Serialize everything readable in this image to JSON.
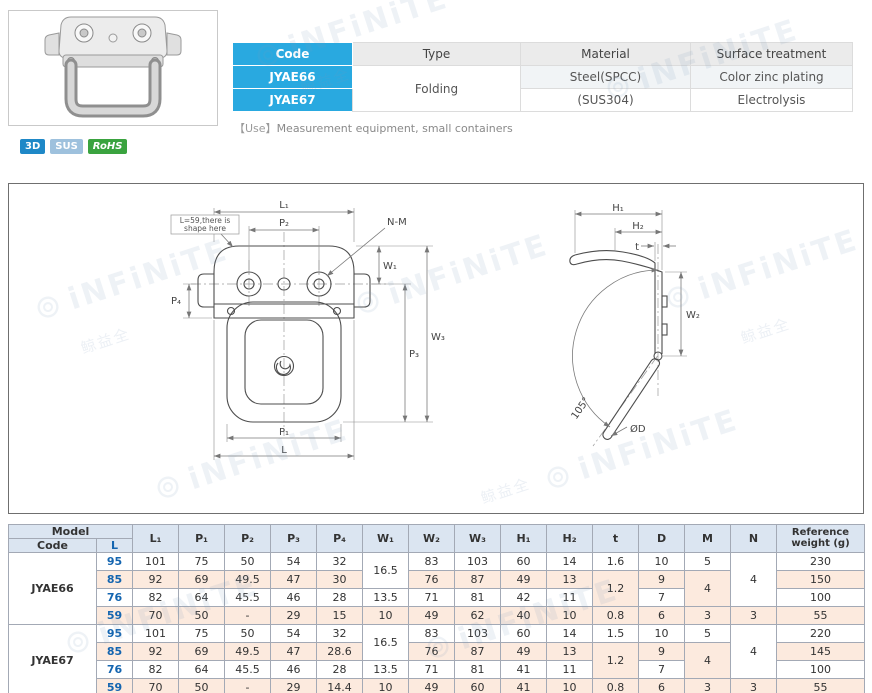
{
  "watermark": {
    "text": "iNFiNiTE",
    "logo": "⊚",
    "cn": "鲸益全"
  },
  "colors": {
    "brand_blue": "#29a9e0",
    "badge_3d": "#1e88c7",
    "badge_sus": "#9ec1dd",
    "badge_rohs": "#3aa33f",
    "row_alt": "#fceade",
    "header_blue": "#dbe5f1"
  },
  "product": {
    "badges": [
      {
        "label": "3D"
      },
      {
        "label": "SUS"
      },
      {
        "label": "RoHS"
      }
    ]
  },
  "top_table": {
    "headers": {
      "code": "Code",
      "type": "Type",
      "material": "Material",
      "surface": "Surface treatment"
    },
    "type_value": "Folding",
    "rows": [
      {
        "code": "JYAE66",
        "material": "Steel(SPCC)",
        "surface": "Color zinc plating"
      },
      {
        "code": "JYAE67",
        "material": "(SUS304)",
        "surface": "Electrolysis"
      }
    ],
    "use": {
      "label": "【Use】",
      "text": "Measurement equipment, small containers"
    }
  },
  "drawing": {
    "front": {
      "note1": "L=59,there is",
      "note2": "shape here",
      "l1": "L₁",
      "p2": "P₂",
      "nm": "N-M",
      "w1": "W₁",
      "p3": "P₃",
      "w3": "W₃",
      "p4": "P₄",
      "p1": "P₁",
      "l": "L"
    },
    "side": {
      "h1": "H₁",
      "h2": "H₂",
      "t": "t",
      "w2": "W₂",
      "angle": "105°",
      "dd": "ØD"
    }
  },
  "spec_table": {
    "header": {
      "model": "Model",
      "code": "Code",
      "l": "L",
      "cols": [
        "L₁",
        "P₁",
        "P₂",
        "P₃",
        "P₄",
        "W₁",
        "W₂",
        "W₃",
        "H₁",
        "H₂",
        "t",
        "D",
        "M",
        "N"
      ],
      "weight": "Reference weight (g)"
    },
    "groups": [
      {
        "code": "JYAE66",
        "rows": [
          {
            "L": "95",
            "L1": "101",
            "P1": "75",
            "P2": "50",
            "P3": "54",
            "P4": "32",
            "W1": "16.5",
            "W2": "83",
            "W3": "103",
            "H1": "60",
            "H2": "14",
            "t": "1.6",
            "D": "10",
            "M": "5",
            "N": "4",
            "wt": "230"
          },
          {
            "L": "85",
            "L1": "92",
            "P1": "69",
            "P2": "49.5",
            "P3": "47",
            "P4": "30",
            "W2": "76",
            "W3": "87",
            "H1": "49",
            "H2": "13",
            "t": "1.2",
            "D": "9",
            "M": "4",
            "wt": "150"
          },
          {
            "L": "76",
            "L1": "82",
            "P1": "64",
            "P2": "45.5",
            "P3": "46",
            "P4": "28",
            "W1": "13.5",
            "W2": "71",
            "W3": "81",
            "H1": "42",
            "H2": "11",
            "D": "7",
            "wt": "100"
          },
          {
            "L": "59",
            "L1": "70",
            "P1": "50",
            "P2": "-",
            "P3": "29",
            "P4": "15",
            "W1": "10",
            "W2": "49",
            "W3": "62",
            "H1": "40",
            "H2": "10",
            "t": "0.8",
            "D": "6",
            "M": "3",
            "N": "3",
            "wt": "55"
          }
        ]
      },
      {
        "code": "JYAE67",
        "rows": [
          {
            "L": "95",
            "L1": "101",
            "P1": "75",
            "P2": "50",
            "P3": "54",
            "P4": "32",
            "W1": "16.5",
            "W2": "83",
            "W3": "103",
            "H1": "60",
            "H2": "14",
            "t": "1.5",
            "D": "10",
            "M": "5",
            "N": "4",
            "wt": "220"
          },
          {
            "L": "85",
            "L1": "92",
            "P1": "69",
            "P2": "49.5",
            "P3": "47",
            "P4": "28.6",
            "W2": "76",
            "W3": "87",
            "H1": "49",
            "H2": "13",
            "t": "1.2",
            "D": "9",
            "M": "4",
            "wt": "145"
          },
          {
            "L": "76",
            "L1": "82",
            "P1": "64",
            "P2": "45.5",
            "P3": "46",
            "P4": "28",
            "W1": "13.5",
            "W2": "71",
            "W3": "81",
            "H1": "41",
            "H2": "11",
            "D": "7",
            "wt": "100"
          },
          {
            "L": "59",
            "L1": "70",
            "P1": "50",
            "P2": "-",
            "P3": "29",
            "P4": "14.4",
            "W1": "10",
            "W2": "49",
            "W3": "60",
            "H1": "41",
            "H2": "10",
            "t": "0.8",
            "D": "6",
            "M": "3",
            "N": "3",
            "wt": "55"
          }
        ]
      }
    ]
  }
}
